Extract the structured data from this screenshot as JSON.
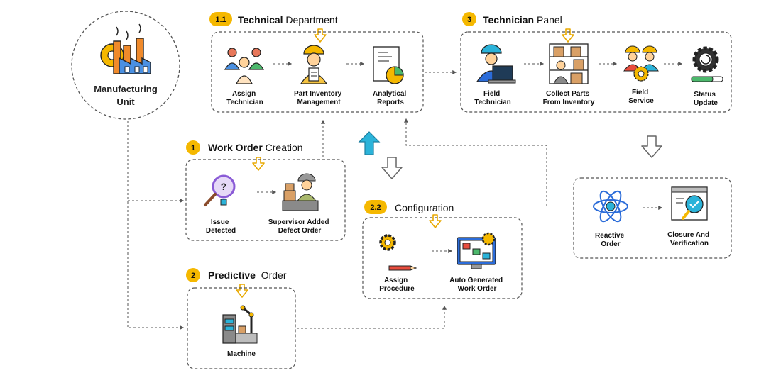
{
  "colors": {
    "badge": "#F5B800",
    "arrow_yellow": "#F5B800",
    "arrow_cyan": "#2BB3D9",
    "box_border": "#555555"
  },
  "manufacturing_unit": {
    "line1": "Manufacturing",
    "line2": "Unit"
  },
  "sections": {
    "technical": {
      "badge": "1.1",
      "bold": "Technical",
      "regular": " Department"
    },
    "technician": {
      "badge": "3",
      "bold": "Technician",
      "regular": " Panel"
    },
    "work_order": {
      "badge": "1",
      "bold": "Work Order",
      "regular": " Creation"
    },
    "configuration": {
      "badge": "2.2",
      "bold": "",
      "regular": "Configuration"
    },
    "predictive": {
      "badge": "2",
      "bold": "Predictive",
      "regular": "  Order"
    }
  },
  "nodes": {
    "assign_technician": [
      "Assign",
      "Technician"
    ],
    "part_inventory": [
      "Part Inventory",
      "Management"
    ],
    "analytical_reports": [
      "Analytical",
      "Reports"
    ],
    "field_technician": [
      "Field",
      "Technician"
    ],
    "collect_parts": [
      "Collect Parts",
      "From Inventory"
    ],
    "field_service": [
      "Field",
      "Service"
    ],
    "status_update": [
      "Status",
      "Update"
    ],
    "issue_detected": [
      "Issue",
      "Detected"
    ],
    "supervisor_added": [
      "Supervisor Added",
      "Defect Order"
    ],
    "assign_procedure": [
      "Assign",
      "Procedure"
    ],
    "auto_generated": [
      "Auto Generated",
      "Work Order"
    ],
    "machine": [
      "Machine"
    ],
    "reactive_order": [
      "Reactive",
      "Order"
    ],
    "closure_verification": [
      "Closure And",
      "Verification"
    ]
  },
  "icons": {
    "factory": "factory-icon",
    "team": "team-icon",
    "worker": "worker-clipboard-icon",
    "report": "report-chart-icon",
    "technician": "technician-laptop-icon",
    "shelf": "inventory-shelf-icon",
    "service": "field-service-icon",
    "status": "status-gear-icon",
    "magnifier": "magnifier-question-icon",
    "supervisor": "supervisor-desk-icon",
    "gear": "gear-icon",
    "pencil": "pencil-icon",
    "monitor": "monitor-gear-icon",
    "machine": "machine-robot-arm-icon",
    "atom": "atom-icon",
    "verify": "verification-window-icon"
  }
}
